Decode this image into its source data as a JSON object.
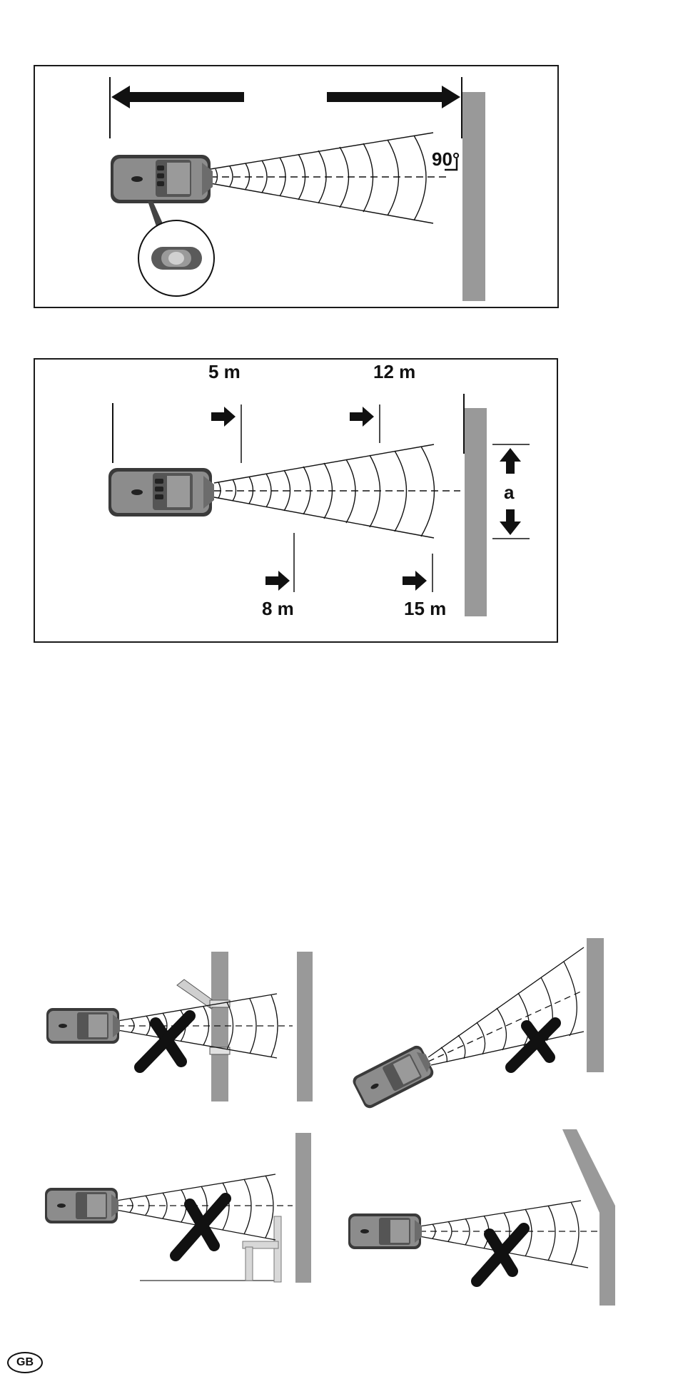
{
  "figure1": {
    "angle_label": "90°"
  },
  "figure2": {
    "labels": {
      "d1": "5 m",
      "d2": "12 m",
      "d3": "8 m",
      "d4": "15 m",
      "offset": "a"
    }
  },
  "footer": {
    "language_badge": "GB"
  },
  "colors": {
    "wall": "#999999",
    "device_body": "#8a8a8a",
    "device_dark": "#3a3a3a",
    "line": "#111111"
  }
}
